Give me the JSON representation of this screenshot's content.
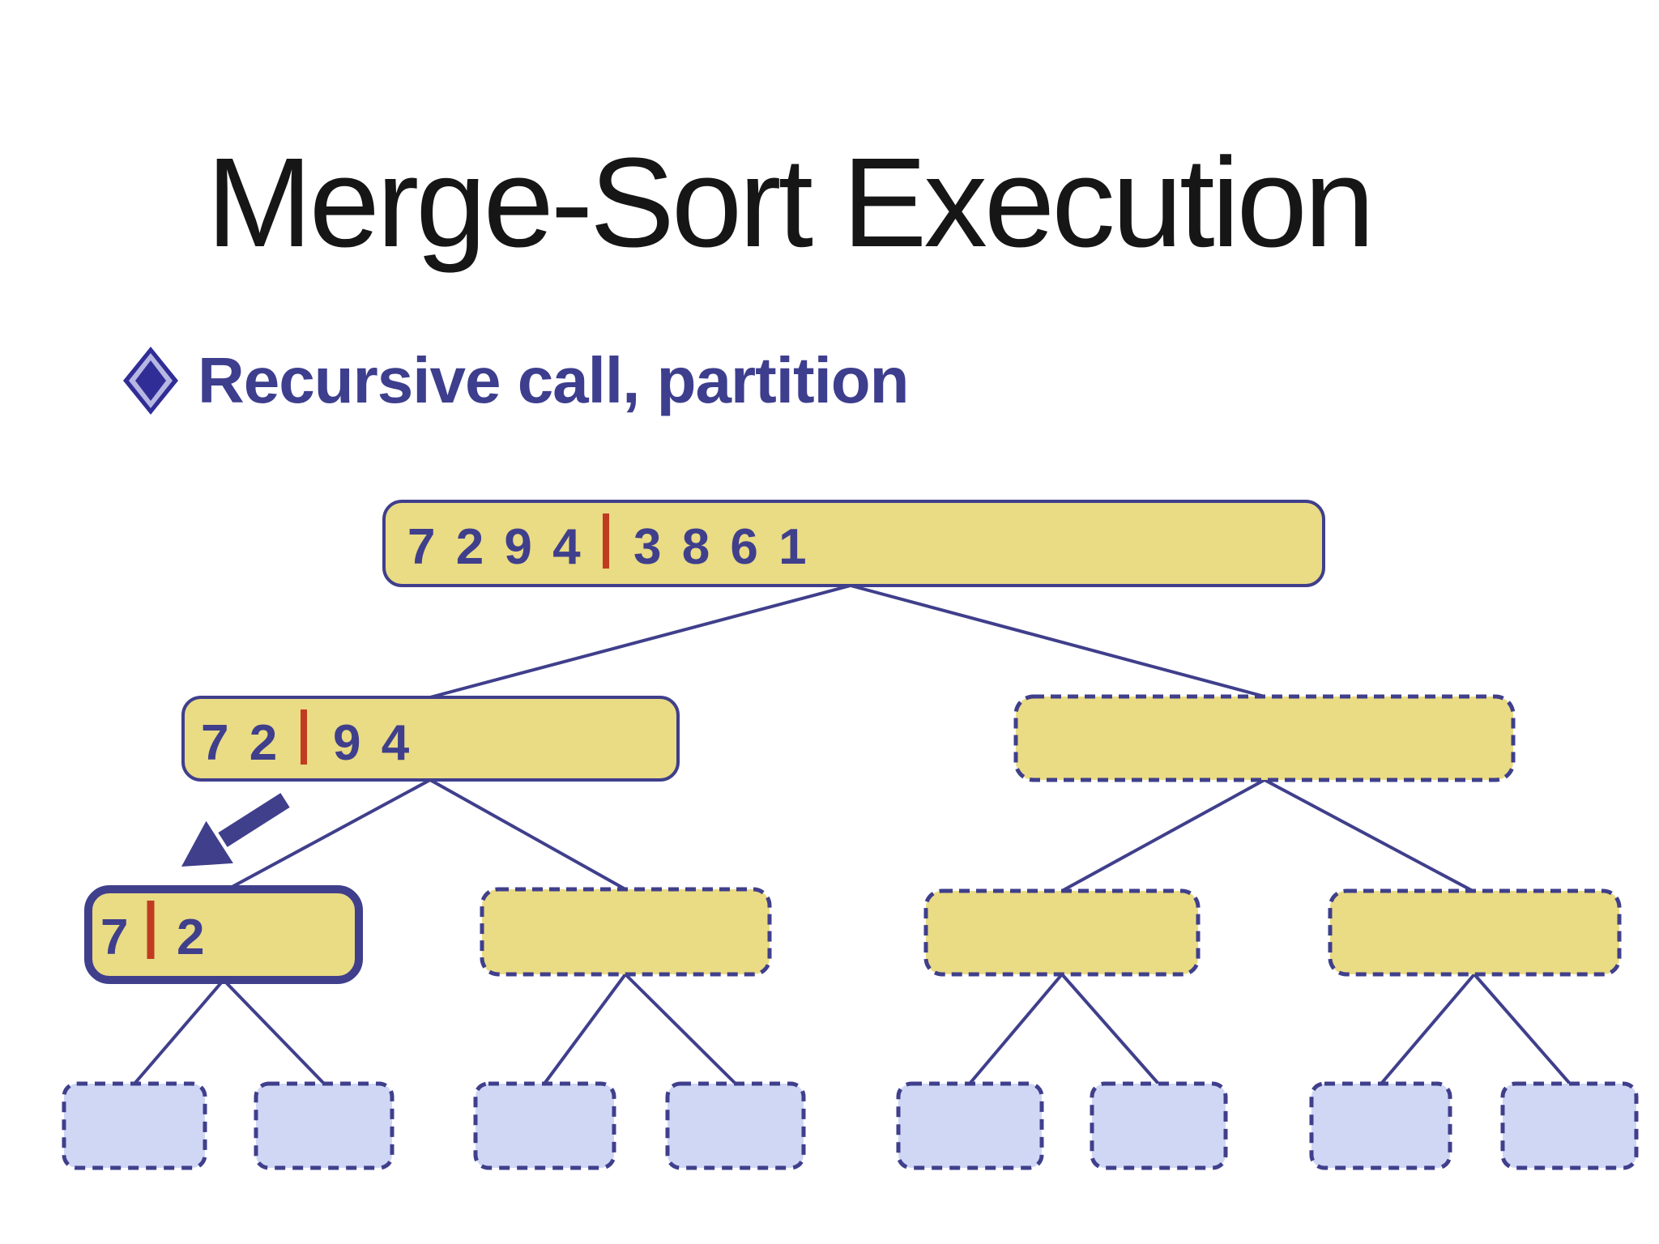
{
  "slide": {
    "title": "Merge-Sort Execution",
    "bullet": {
      "icon": "diamond-bullet",
      "text": "Recursive call, partition"
    }
  },
  "colors": {
    "ink_blue": "#3F3F8C",
    "node_yellow_fill": "#EADB85",
    "leaf_blue_fill": "#CFD7F5",
    "separator_red": "#C03C20",
    "title_color": "#161616",
    "bullet_text_color": "#3E3E8E",
    "bullet_diamond_indigo": "#312D96",
    "bullet_diamond_lavender": "#B7B7E3"
  },
  "tree": {
    "description": "Merge-sort recursion tree showing the first recursive partition calls",
    "root": {
      "left_values": "7 2 9 4",
      "right_values": "3 8 6 1",
      "separator": "red bar",
      "border": "solid"
    },
    "left_child": {
      "left_values": "7 2",
      "right_values": "9 4",
      "separator": "red bar",
      "border": "solid"
    },
    "right_child": {
      "values": "",
      "border": "dashed"
    },
    "grandchildren": [
      {
        "left_values": "7",
        "right_values": "2",
        "separator": "red bar",
        "border": "solid-thick",
        "highlighted": true,
        "note": "arrow points here"
      },
      {
        "values": "",
        "border": "dashed"
      },
      {
        "values": "",
        "border": "dashed"
      },
      {
        "values": "",
        "border": "dashed"
      }
    ],
    "leaves": [
      "",
      "",
      "",
      "",
      "",
      "",
      "",
      ""
    ]
  }
}
